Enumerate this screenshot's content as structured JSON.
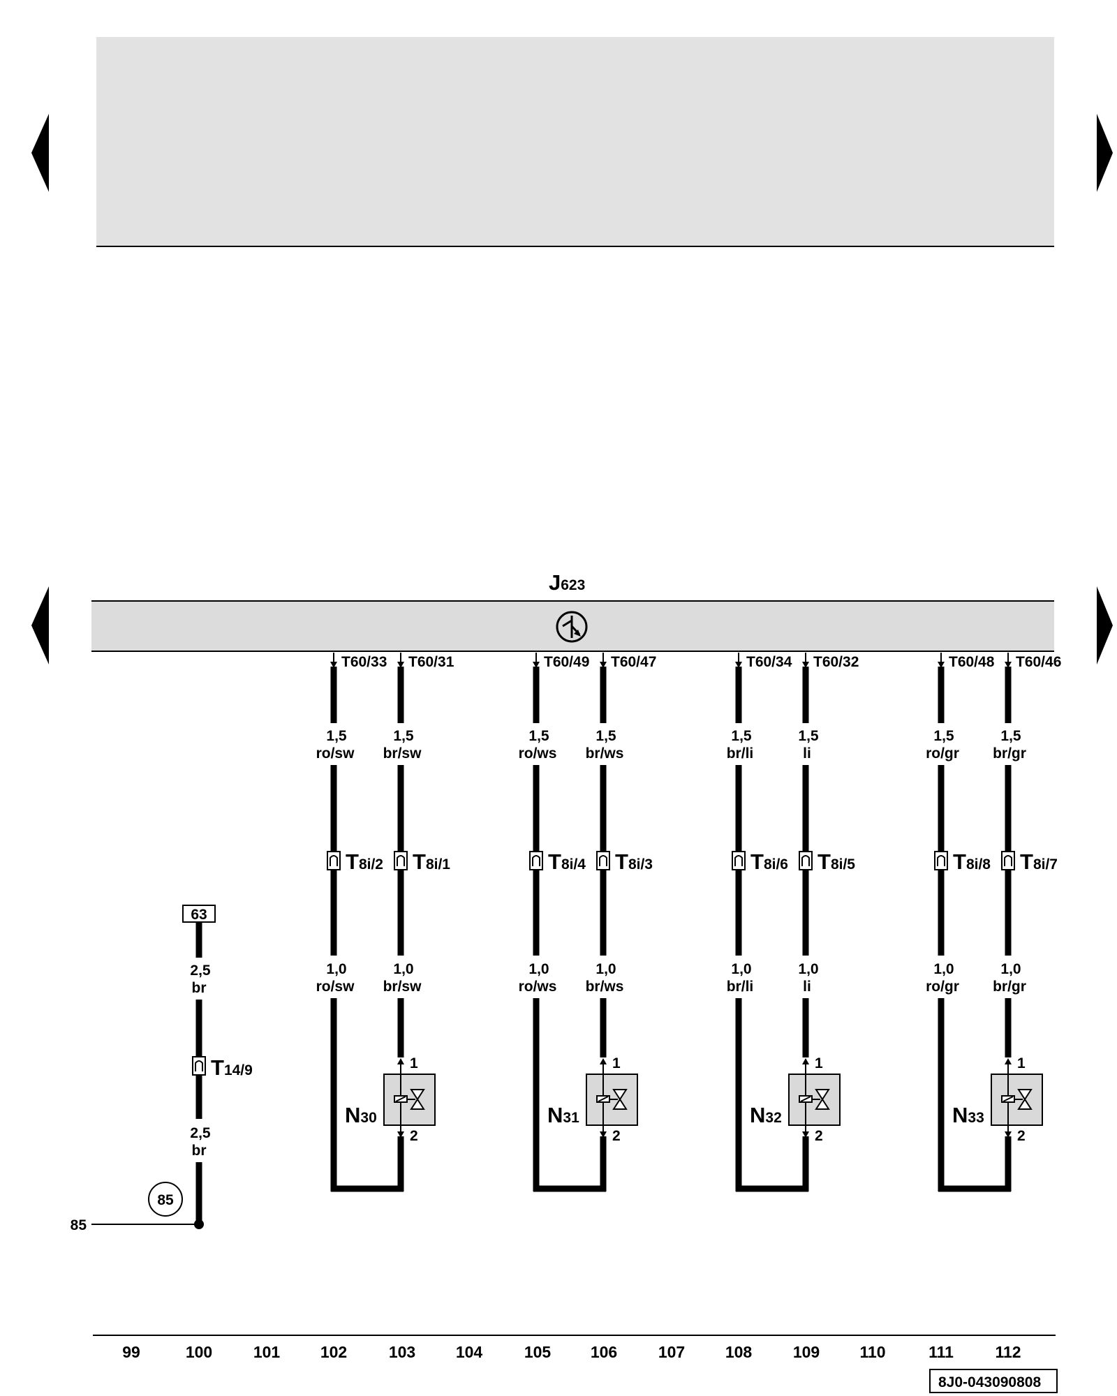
{
  "component_main": {
    "letter": "J",
    "sub": "623"
  },
  "nav": {
    "prev_label": "",
    "next_label": ""
  },
  "pins": [
    "T60/33",
    "T60/31",
    "T60/49",
    "T60/47",
    "T60/34",
    "T60/32",
    "T60/48",
    "T60/46"
  ],
  "wires_upper": [
    {
      "size": "1,5",
      "color": "ro/sw"
    },
    {
      "size": "1,5",
      "color": "br/sw"
    },
    {
      "size": "1,5",
      "color": "ro/ws"
    },
    {
      "size": "1,5",
      "color": "br/ws"
    },
    {
      "size": "1,5",
      "color": "br/li"
    },
    {
      "size": "1,5",
      "color": "li"
    },
    {
      "size": "1,5",
      "color": "ro/gr"
    },
    {
      "size": "1,5",
      "color": "br/gr"
    }
  ],
  "connectors": [
    {
      "main": "T",
      "sub": "8i/2"
    },
    {
      "main": "T",
      "sub": "8i/1"
    },
    {
      "main": "T",
      "sub": "8i/4"
    },
    {
      "main": "T",
      "sub": "8i/3"
    },
    {
      "main": "T",
      "sub": "8i/6"
    },
    {
      "main": "T",
      "sub": "8i/5"
    },
    {
      "main": "T",
      "sub": "8i/8"
    },
    {
      "main": "T",
      "sub": "8i/7"
    }
  ],
  "wires_lower": [
    {
      "size": "1,0",
      "color": "ro/sw"
    },
    {
      "size": "1,0",
      "color": "br/sw"
    },
    {
      "size": "1,0",
      "color": "ro/ws"
    },
    {
      "size": "1,0",
      "color": "br/ws"
    },
    {
      "size": "1,0",
      "color": "br/li"
    },
    {
      "size": "1,0",
      "color": "li"
    },
    {
      "size": "1,0",
      "color": "ro/gr"
    },
    {
      "size": "1,0",
      "color": "br/gr"
    }
  ],
  "valves": [
    {
      "letter": "N",
      "sub": "30",
      "pin_top": "1",
      "pin_bottom": "2"
    },
    {
      "letter": "N",
      "sub": "31",
      "pin_top": "1",
      "pin_bottom": "2"
    },
    {
      "letter": "N",
      "sub": "32",
      "pin_top": "1",
      "pin_bottom": "2"
    },
    {
      "letter": "N",
      "sub": "33",
      "pin_top": "1",
      "pin_bottom": "2"
    }
  ],
  "ground_circuit": {
    "ref_box": "63",
    "wire_top": {
      "size": "2,5",
      "color": "br"
    },
    "connector": {
      "main": "T",
      "sub": "14/9"
    },
    "wire_bottom": {
      "size": "2,5",
      "color": "br"
    },
    "ground_circle": "85",
    "ground_line_label": "85"
  },
  "track_numbers": [
    "99",
    "100",
    "101",
    "102",
    "103",
    "104",
    "105",
    "106",
    "107",
    "108",
    "109",
    "110",
    "111",
    "112"
  ],
  "doc_number": "8J0-043090808",
  "colors": {
    "panel": "#e2e2e2",
    "line": "#000000",
    "component": "#d9d9d9"
  }
}
